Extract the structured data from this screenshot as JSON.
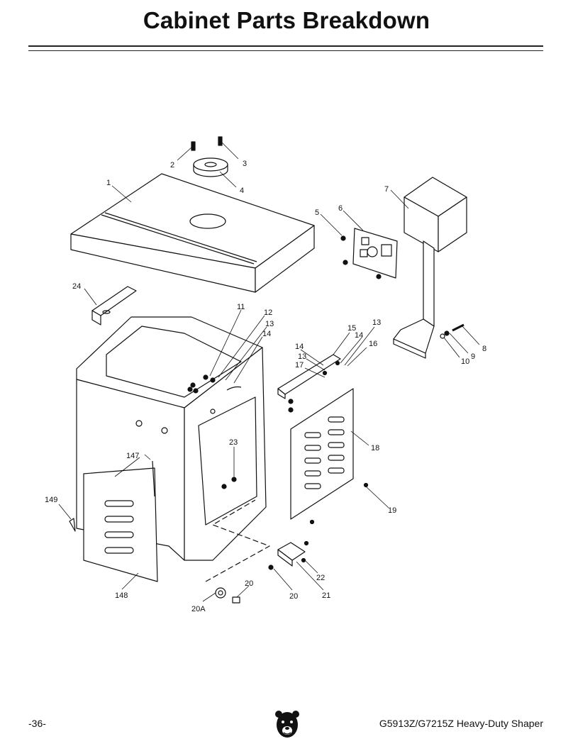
{
  "page": {
    "title": "Cabinet Parts Breakdown",
    "page_number": "-36-",
    "manual_title": "G5913Z/G7215Z Heavy-Duty Shaper",
    "logo_icon": "bear-head-logo-icon"
  },
  "callouts": {
    "c1": "1",
    "c2": "2",
    "c3": "3",
    "c4": "4",
    "c5": "5",
    "c6": "6",
    "c7": "7",
    "c8": "8",
    "c9": "9",
    "c10": "10",
    "c11": "11",
    "c12": "12",
    "c13a": "13",
    "c13b": "13",
    "c13c": "13",
    "c14a": "14",
    "c14b": "14",
    "c14c": "14",
    "c15": "15",
    "c16": "16",
    "c17": "17",
    "c18": "18",
    "c19": "19",
    "c20a": "20",
    "c20b": "20",
    "c20A": "20A",
    "c21": "21",
    "c22": "22",
    "c23": "23",
    "c24": "24",
    "c147": "147",
    "c148": "148",
    "c149": "149"
  }
}
